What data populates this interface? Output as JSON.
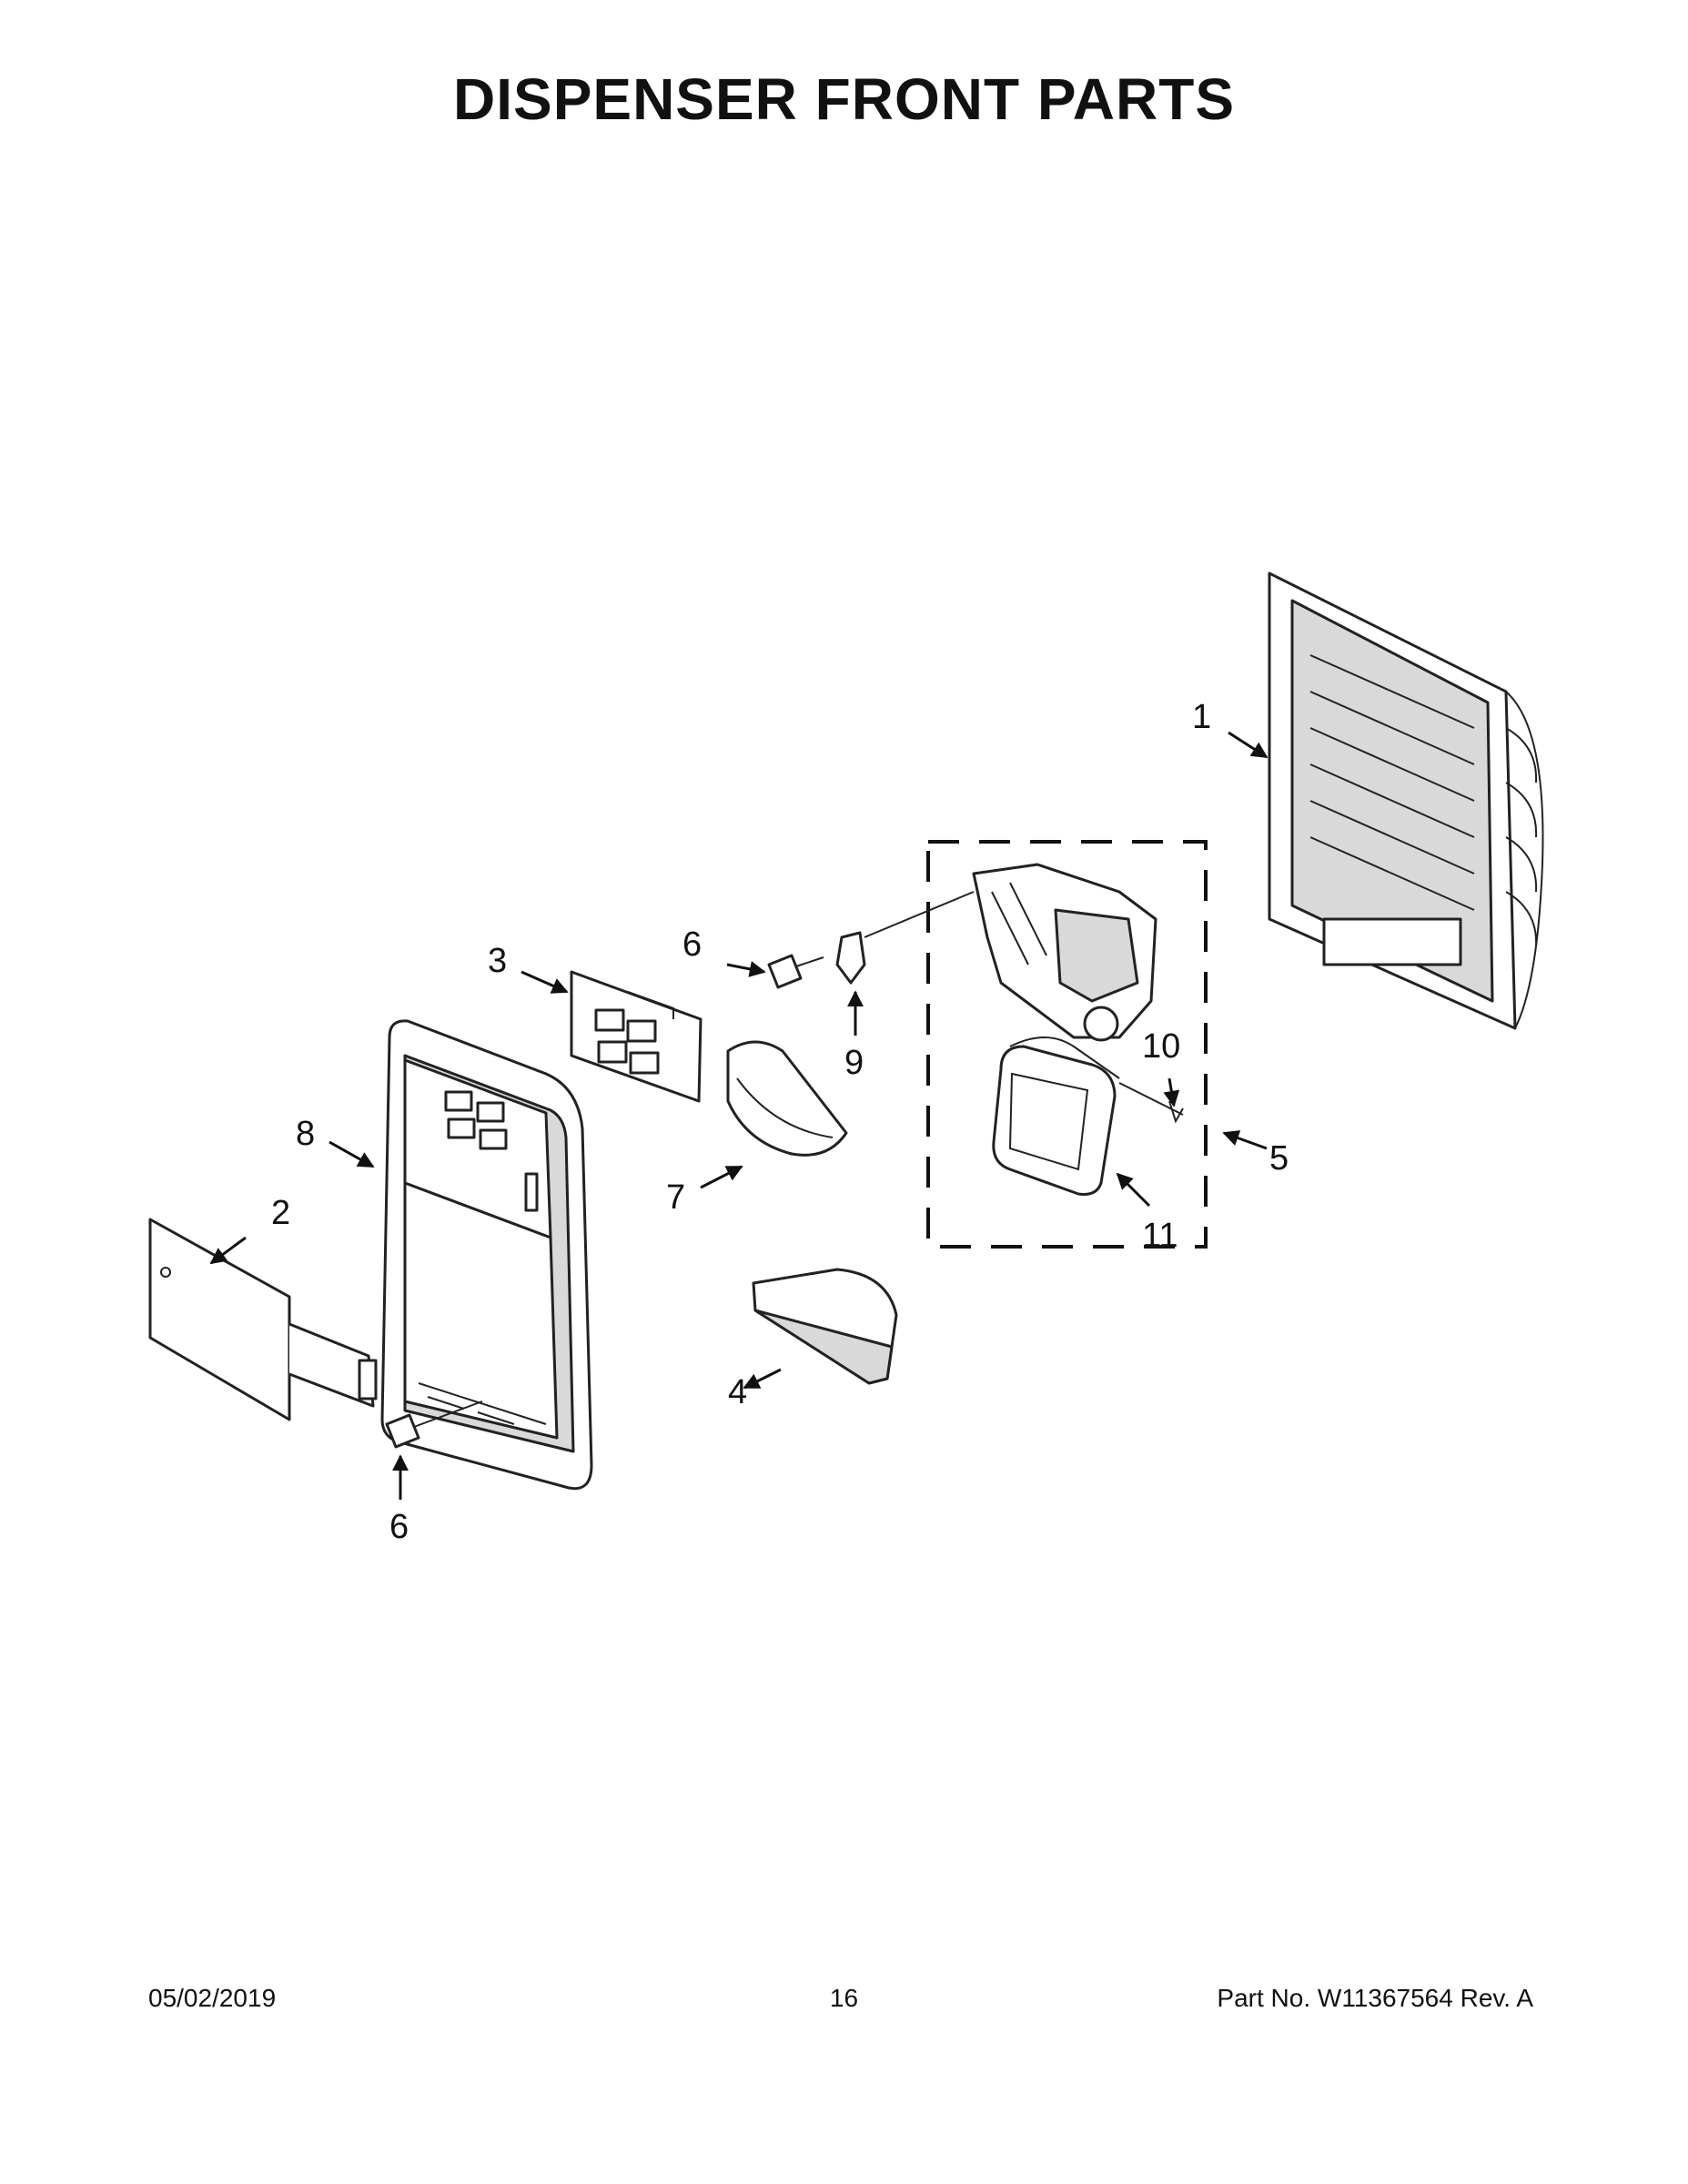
{
  "page": {
    "title": "DISPENSER FRONT PARTS",
    "footer": {
      "date": "05/02/2019",
      "page_number": "16",
      "part_info": "Part No.  W11367564  Rev.  A"
    }
  },
  "callouts": [
    {
      "id": "c1",
      "label": "1"
    },
    {
      "id": "c2",
      "label": "2"
    },
    {
      "id": "c3",
      "label": "3"
    },
    {
      "id": "c4",
      "label": "4"
    },
    {
      "id": "c5",
      "label": "5"
    },
    {
      "id": "c6a",
      "label": "6"
    },
    {
      "id": "c6b",
      "label": "6"
    },
    {
      "id": "c7",
      "label": "7"
    },
    {
      "id": "c8",
      "label": "8"
    },
    {
      "id": "c9",
      "label": "9"
    },
    {
      "id": "c10",
      "label": "10"
    },
    {
      "id": "c11",
      "label": "11"
    }
  ]
}
